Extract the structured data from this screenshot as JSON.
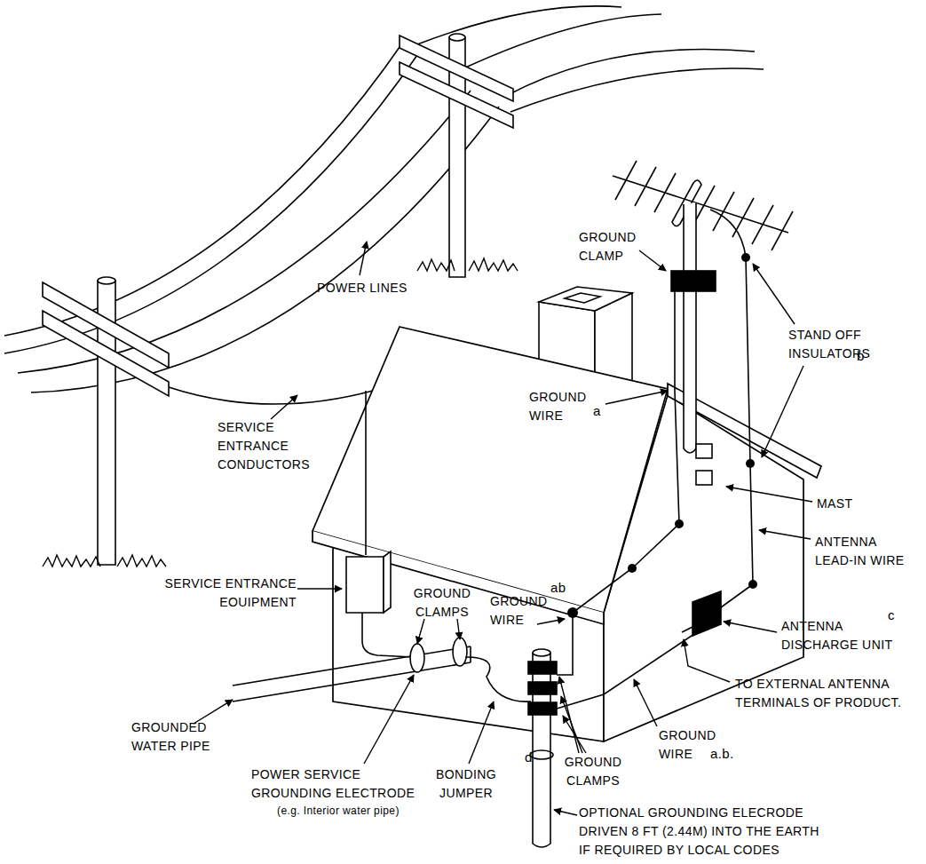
{
  "diagram": {
    "labels": [
      "POWER LINES",
      "GROUND CLAMP",
      "STAND OFF INSULATORS",
      "b",
      "GROUND WIRE",
      "a",
      "SERVICE ENTRANCE CONDUCTORS",
      "MAST",
      "ANTENNA LEAD-IN WIRE",
      "SERVICE ENTRANCE EOUIPMENT",
      "GROUND CLAMPS",
      "ab",
      "GROUND WIRE",
      "ANTENNA DISCHARGE UNIT",
      "c",
      "TO EXTERNAL ANTENNA TERMINALS OF PRODUCT.",
      "GROUNDED WATER PIPE",
      "POWER SERVICE GROUNDING ELECTRODE",
      "(e.g. Interior water pipe)",
      "BONDING JUMPER",
      "d",
      "GROUND CLAMPS",
      "GROUND WIRE",
      "a.b.",
      "OPTIONAL GROUNDING ELECRODE DRIVEN 8 FT (2.44M) INTO THE EARTH IF REQUIRED BY LOCAL CODES"
    ]
  }
}
